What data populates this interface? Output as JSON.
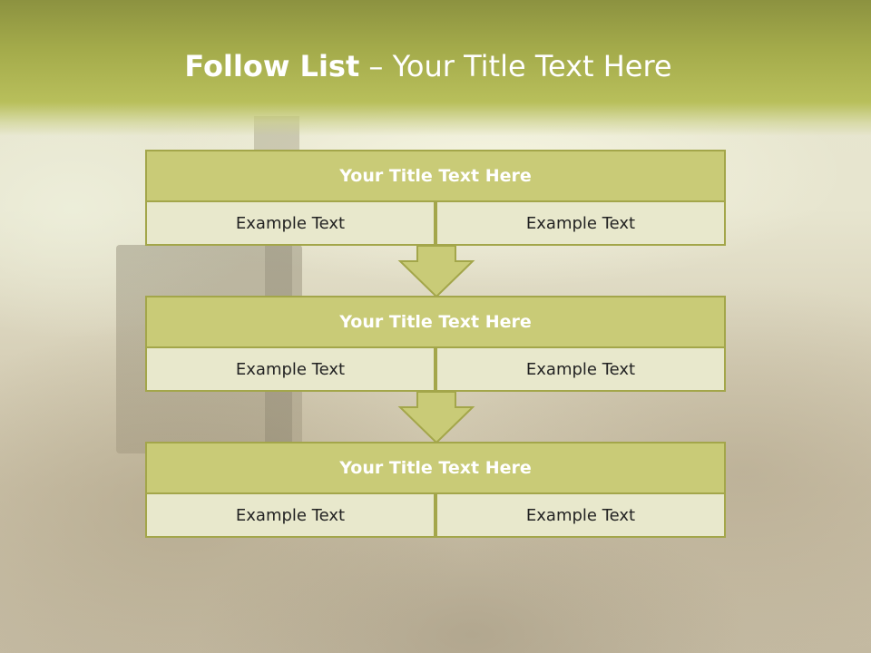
{
  "slide": {
    "title_bold": "Follow List",
    "title_rest": " – Your Title Text Here"
  },
  "blocks": [
    {
      "title": "Your Title Text Here",
      "left_text": "Example Text",
      "right_text": "Example Text"
    },
    {
      "title": "Your Title Text Here",
      "left_text": "Example Text",
      "right_text": "Example Text"
    },
    {
      "title": "Your Title Text Here",
      "left_text": "Example Text",
      "right_text": "Example Text"
    }
  ],
  "colors": {
    "header": "#a3aa4a",
    "title_box": "#c9cb77",
    "cell_box": "#e8e8cc",
    "border": "#a3a64a",
    "arrow": "#c9cb77"
  }
}
